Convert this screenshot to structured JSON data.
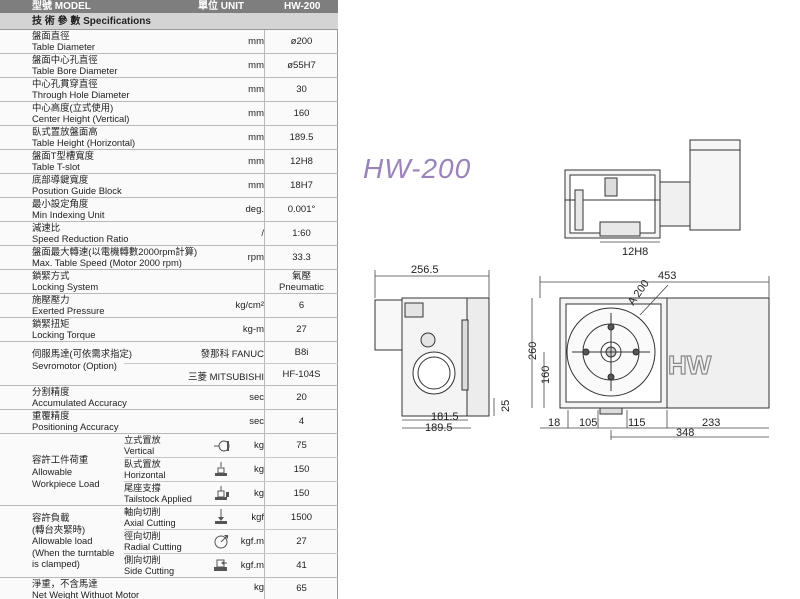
{
  "header": {
    "model_label": "型號 MODEL",
    "unit_label": "單位 UNIT",
    "model_value": "HW-200",
    "spec_label": "技 術 參 數 Specifications"
  },
  "rows": [
    {
      "zh": "盤面直徑",
      "en": "Table Diameter",
      "unit": "mm",
      "value": "ø200"
    },
    {
      "zh": "盤面中心孔直徑",
      "en": "Table Bore Diameter",
      "unit": "mm",
      "value": "ø55H7"
    },
    {
      "zh": "中心孔貫穿直徑",
      "en": "Through Hole Diameter",
      "unit": "mm",
      "value": "30"
    },
    {
      "zh": "中心高度(立式使用)",
      "en": "Center Height (Vertical)",
      "unit": "mm",
      "value": "160"
    },
    {
      "zh": "臥式置放盤面高",
      "en": "Table Height (Horizontal)",
      "unit": "mm",
      "value": "189.5"
    },
    {
      "zh": "盤面T型槽寬度",
      "en": "Table T-slot",
      "unit": "mm",
      "value": "12H8"
    },
    {
      "zh": "底部導鍵寬度",
      "en": "Posution Guide Block",
      "unit": "mm",
      "value": "18H7"
    },
    {
      "zh": "最小設定角度",
      "en": "Min Indexing Unit",
      "unit": "deg.",
      "value": "0.001°"
    },
    {
      "zh": "減速比",
      "en": "Speed Reduction Ratio",
      "unit": "/",
      "value": "1:60"
    },
    {
      "zh": "盤面最大轉速(以電機轉數2000rpm計算)",
      "en": "Max. Table Speed (Motor 2000 rpm)",
      "unit": "rpm",
      "value": "33.3"
    },
    {
      "zh": "鎖緊方式",
      "en": "Locking System",
      "unit": "",
      "value": "氣壓",
      "value2": "Pneumatic"
    },
    {
      "zh": "施壓壓力",
      "en": "Exerted Pressure",
      "unit": "kg/cm²",
      "value": "6"
    },
    {
      "zh": "鎖緊扭矩",
      "en": "Locking Torque",
      "unit": "kg-m",
      "value": "27"
    }
  ],
  "servo": {
    "zh": "伺服馬達(可依需求指定)",
    "en": "Sevromotor (Option)",
    "opt1_unit": "發那科 FANUC",
    "opt1_value": "B8i",
    "opt2_unit": "三菱 MITSUBISHI",
    "opt2_value": "HF-104S"
  },
  "rows2": [
    {
      "zh": "分割精度",
      "en": "Accumulated Accuracy",
      "unit": "sec",
      "value": "20"
    },
    {
      "zh": "重覆精度",
      "en": "Positioning Accuracy",
      "unit": "sec",
      "value": "4"
    }
  ],
  "load": {
    "zh": "容許工件荷重",
    "en1": "Allowable",
    "en2": "Workpiece Load",
    "items": [
      {
        "zh": "立式置放",
        "en": "Vertical",
        "unit": "kg",
        "value": "75",
        "icon": "vertical-load-icon"
      },
      {
        "zh": "臥式置放",
        "en": "Horizontal",
        "unit": "kg",
        "value": "150",
        "icon": "horizontal-load-icon"
      },
      {
        "zh": "尾座支撐",
        "en": "Tailstock Applied",
        "unit": "kg",
        "value": "150",
        "icon": "tailstock-load-icon"
      }
    ]
  },
  "cutting": {
    "zh": "容許負載",
    "zh2": "(轉台夾緊時)",
    "en1": "Allowable load",
    "en2": "(When the turntable",
    "en3": "is clamped)",
    "items": [
      {
        "zh": "軸向切削",
        "en": "Axial Cutting",
        "unit": "kgf",
        "value": "1500",
        "icon": "axial-cutting-icon"
      },
      {
        "zh": "徑向切削",
        "en": "Radial Cutting",
        "unit": "kgf.m",
        "value": "27",
        "icon": "radial-cutting-icon"
      },
      {
        "zh": "側向切削",
        "en": "Side Cutting",
        "unit": "kgf.m",
        "value": "41",
        "icon": "side-cutting-icon"
      }
    ]
  },
  "weight": {
    "zh": "淨重，不含馬達",
    "en": "Net Weight Withuot Motor",
    "unit": "kg",
    "value": "65"
  },
  "title": "HW-200",
  "dims": {
    "top_width": "256.5",
    "total_width": "453",
    "diameter": "A 200",
    "tslot": "12H8",
    "h260": "260",
    "h160": "160",
    "h25": "25",
    "d181": "181.5",
    "d189": "189.5",
    "d18": "18",
    "d105": "105",
    "d115": "115",
    "d233": "233",
    "d348": "348"
  }
}
